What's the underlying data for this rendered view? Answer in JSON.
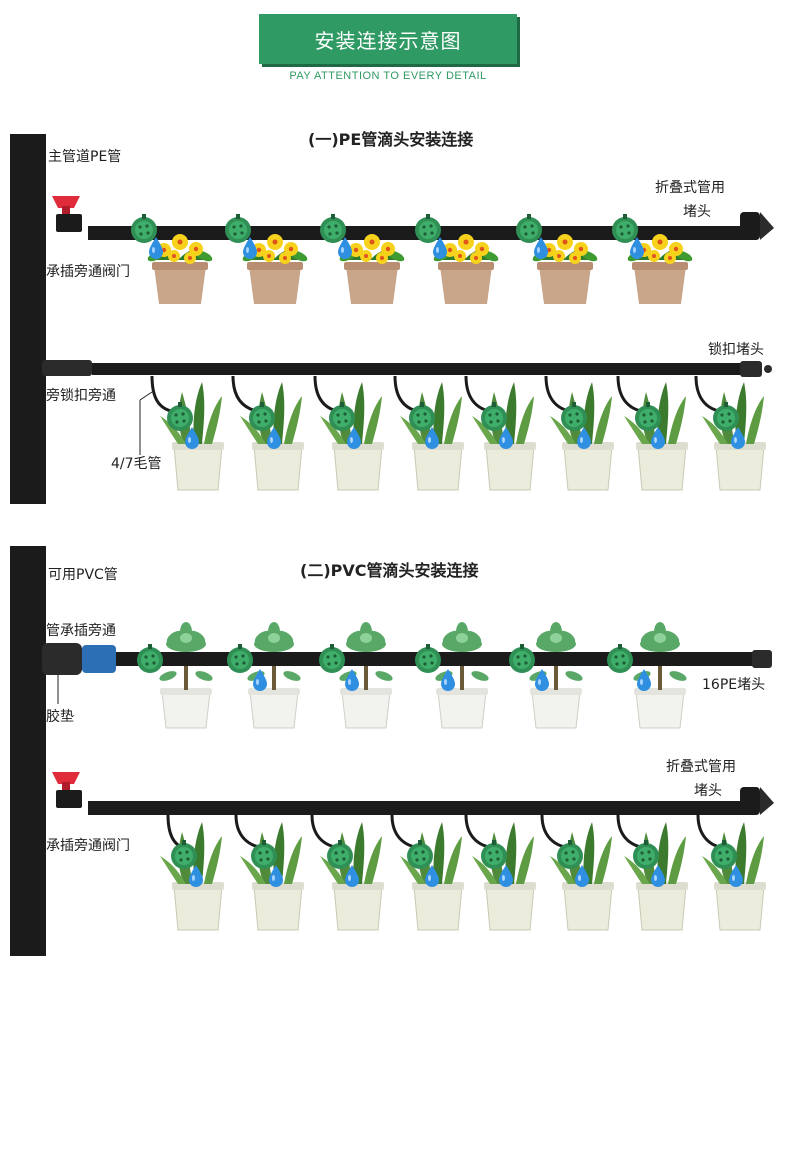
{
  "header": {
    "title": "安装连接示意图",
    "subtitle": "PAY ATTENTION TO EVERY DETAIL"
  },
  "section1": {
    "title": "(一)PE管滴头安装连接",
    "labels": {
      "main_pipe": "主管道PE管",
      "end_cap_line1": "折叠式管用",
      "end_cap_line2": "堵头",
      "valve": "承插旁通阀门",
      "lock_cap": "锁扣堵头",
      "lock_bypass": "旁锁扣旁通",
      "capillary": "4/7毛管"
    }
  },
  "section2": {
    "title": "(二)PVC管滴头安装连接",
    "labels": {
      "pvc_pipe": "可用PVC管",
      "socket_bypass": "管承插旁通",
      "gasket": "胶垫",
      "pe_cap": "16PE堵头",
      "end_cap_line1": "折叠式管用",
      "end_cap_line2": "堵头",
      "valve": "承插旁通阀门"
    }
  },
  "colors": {
    "accent": "#2f9a63",
    "pipe": "#1b1b1b",
    "valve_red": "#e02b3a",
    "dripper_green": "#2f8f55",
    "water_blue": "#2f8fe0",
    "connector_blue": "#2d6fb5"
  },
  "icons": [
    "flower-pot-icon",
    "snake-plant-pot-icon",
    "succulent-pot-icon",
    "dripper-icon",
    "water-drop-icon",
    "valve-icon",
    "end-cap-icon"
  ]
}
